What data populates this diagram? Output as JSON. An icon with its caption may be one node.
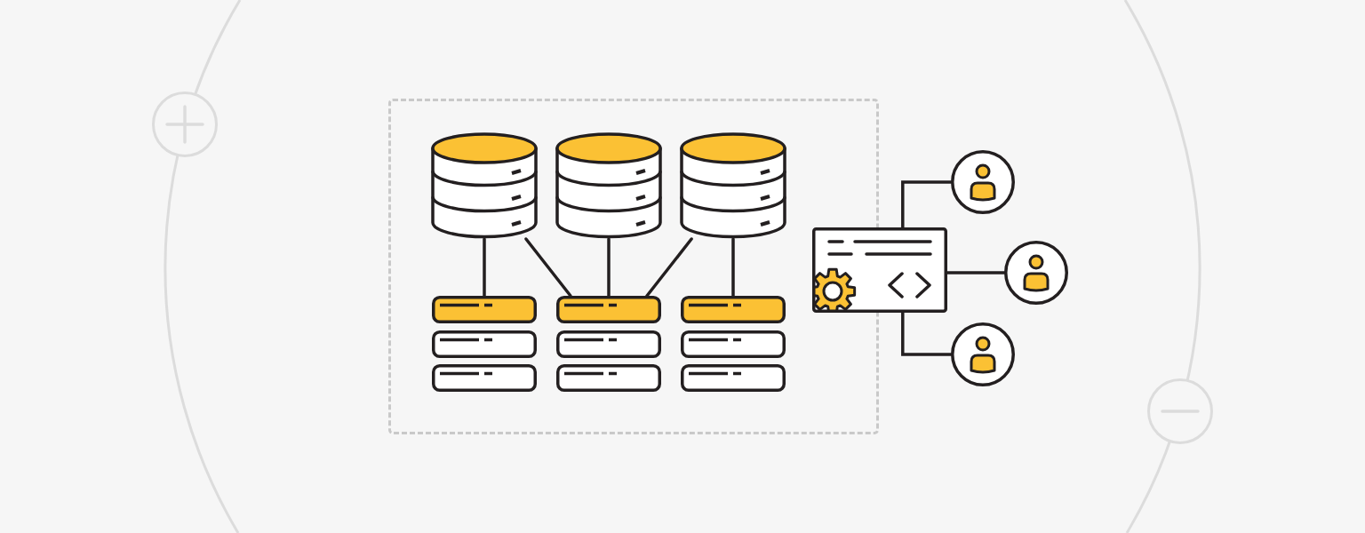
{
  "diagram": {
    "nodes": [
      {
        "text": [],
        "shape": "box"
      },
      {
        "text": [],
        "shape": "cylinder",
        "in": 0
      },
      {
        "text": [],
        "shape": "cylinder",
        "in": 0
      },
      {
        "text": [],
        "shape": "cylinder",
        "in": 0
      },
      {
        "text": [],
        "shape": "server",
        "in": 0
      },
      {
        "text": [],
        "shape": "server",
        "in": 0
      },
      {
        "text": [],
        "shape": "server",
        "in": 0
      },
      {
        "text": [],
        "shape": "window"
      },
      {
        "text": [],
        "shape": "person"
      },
      {
        "text": [],
        "shape": "person"
      },
      {
        "text": [],
        "shape": "person"
      }
    ],
    "edges": [
      {
        "from": 1,
        "to": 4,
        "arrow": "none"
      },
      {
        "from": 1,
        "to": 5,
        "arrow": "none"
      },
      {
        "from": 2,
        "to": 5,
        "arrow": "none"
      },
      {
        "from": 3,
        "to": 5,
        "arrow": "none"
      },
      {
        "from": 3,
        "to": 6,
        "arrow": "none"
      },
      {
        "from": 7,
        "to": 8,
        "arrow": "none"
      },
      {
        "from": 7,
        "to": 9,
        "arrow": "none"
      },
      {
        "from": 7,
        "to": 10,
        "arrow": "none"
      }
    ]
  }
}
